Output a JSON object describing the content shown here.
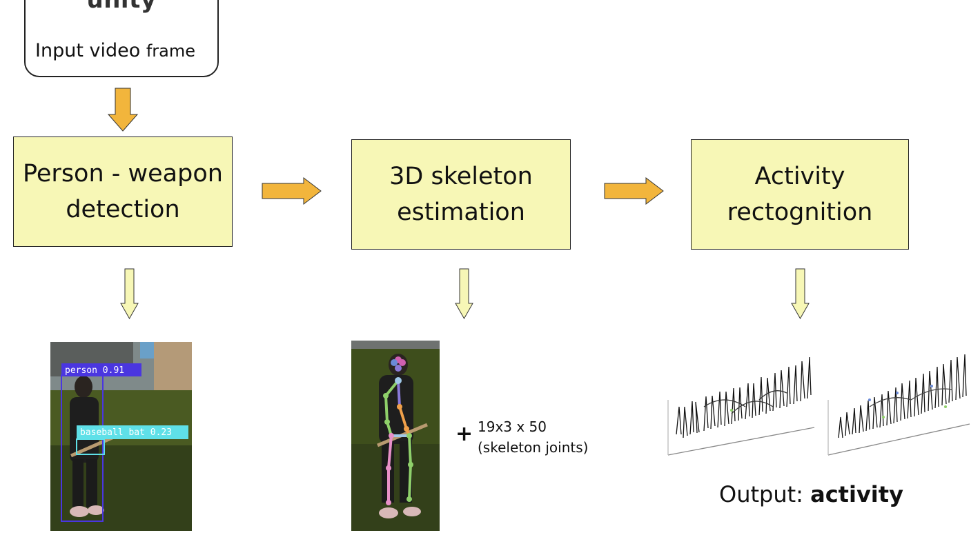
{
  "input": {
    "logo_text": "unity",
    "label_main": "Input video",
    "label_small": "frame"
  },
  "stages": {
    "detection": {
      "line1": "Person - weapon",
      "line2": "detection"
    },
    "skeleton": {
      "line1": "3D skeleton",
      "line2": "estimation"
    },
    "activity": {
      "line1": "Activity",
      "line2": "rectognition"
    }
  },
  "detection_labels": {
    "person": "person 0.91",
    "weapon": "baseball bat 0.23"
  },
  "skeleton_note": {
    "plus": "+",
    "line1": "19x3 x 50",
    "line2": "(skeleton joints)"
  },
  "output": {
    "prefix": "Output: ",
    "value": "activity"
  },
  "colors": {
    "stage_fill": "#f7f7b6",
    "flow_arrow": "#f2b53c",
    "output_arrow": "#f7f7b6",
    "person_box": "#4a36e0",
    "bat_box": "#5fe0e8"
  }
}
